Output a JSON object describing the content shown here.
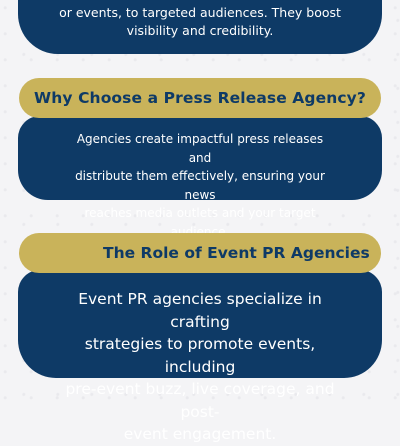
{
  "sections": [
    {
      "body_lines": [
        "or events, to targeted audiences. They boost",
        "visibility and credibility."
      ]
    },
    {
      "heading": "Why Choose a Press Release Agency?",
      "body_lines": [
        "Agencies create impactful press releases and",
        "distribute them effectively, ensuring your news",
        "reaches media outlets and your target",
        "audience."
      ]
    },
    {
      "heading": "The Role of Event PR Agencies",
      "body_lines": [
        "Event PR agencies specialize in crafting",
        "strategies to promote events, including",
        "pre-event buzz, live coverage, and post-",
        "event engagement."
      ]
    }
  ],
  "colors": {
    "card_background": "#0e3a66",
    "heading_pill": "#c9b35a",
    "heading_text": "#0e3a66",
    "body_text": "#ffffff",
    "page_background": "#f4f4f6"
  }
}
